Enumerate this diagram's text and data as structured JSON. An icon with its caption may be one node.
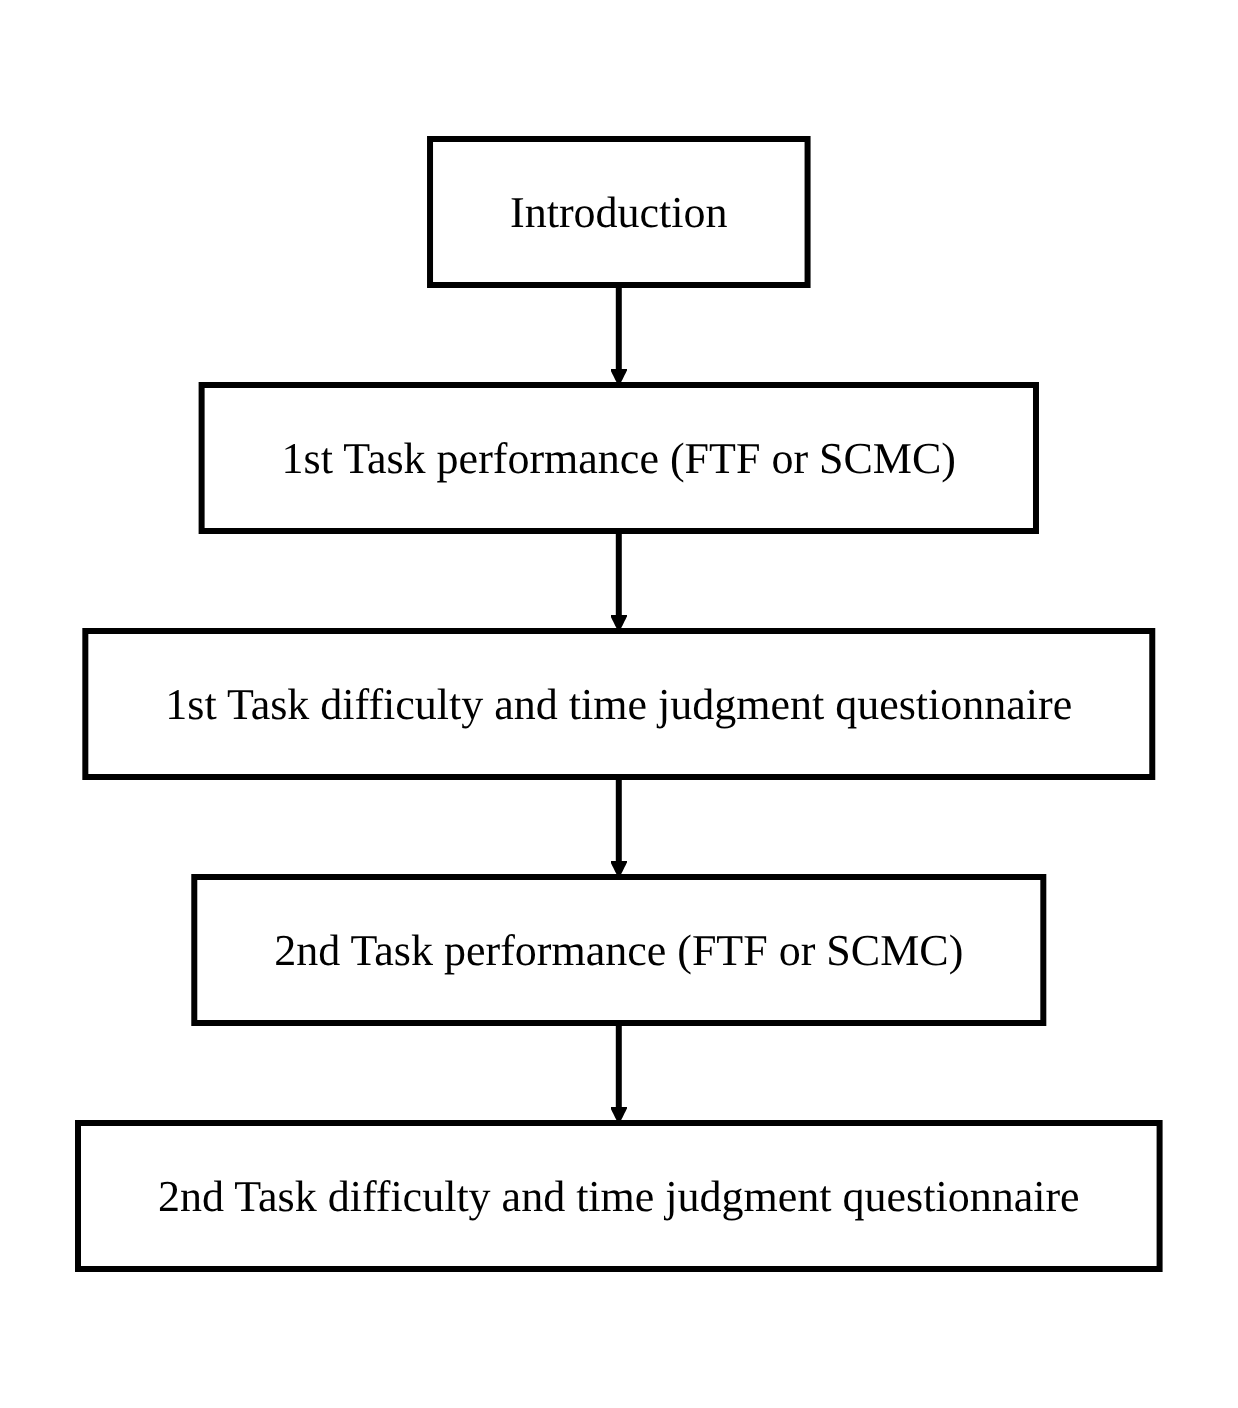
{
  "diagram": {
    "nodes": [
      {
        "text": [
          "Introduction"
        ]
      },
      {
        "text": [
          "1st Task performance (FTF or SCMC)"
        ]
      },
      {
        "text": [
          "1st Task difficulty and time judgment questionnaire"
        ]
      },
      {
        "text": [
          "2nd Task performance (FTF or SCMC)"
        ]
      },
      {
        "text": [
          "2nd Task difficulty and time judgment questionnaire"
        ]
      }
    ],
    "edges": [
      {
        "from": 0,
        "to": 1,
        "arrow": "to"
      },
      {
        "from": 1,
        "to": 2,
        "arrow": "to"
      },
      {
        "from": 2,
        "to": 3,
        "arrow": "to"
      },
      {
        "from": 3,
        "to": 4,
        "arrow": "to"
      }
    ]
  }
}
